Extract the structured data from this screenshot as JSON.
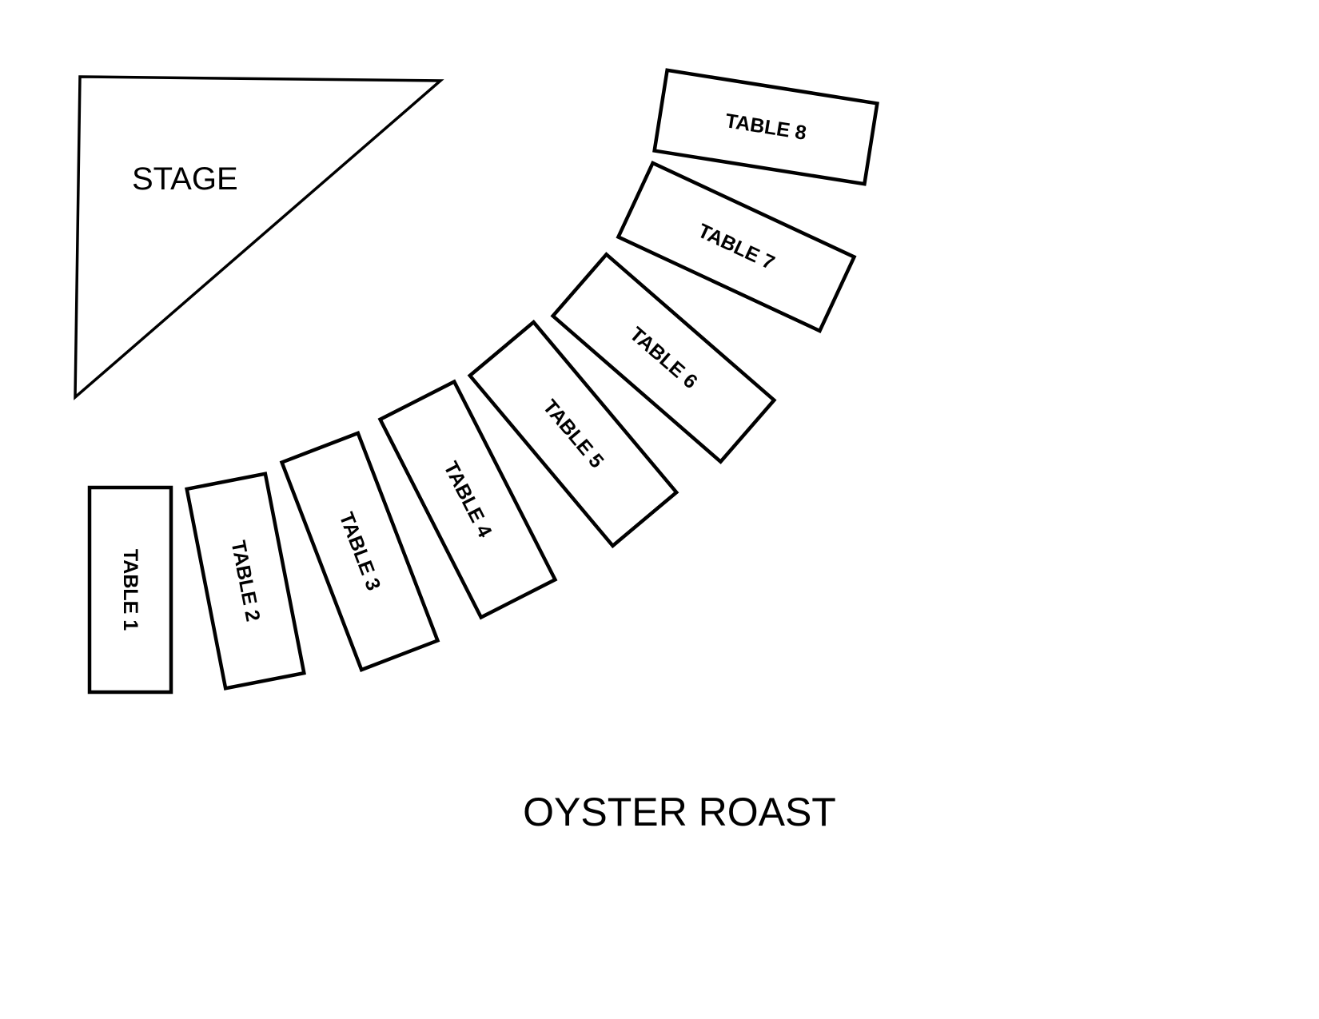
{
  "stage": {
    "label": "STAGE"
  },
  "tables": [
    {
      "label": "TABLE 1"
    },
    {
      "label": "TABLE 2"
    },
    {
      "label": "TABLE 3"
    },
    {
      "label": "TABLE 4"
    },
    {
      "label": "TABLE 5"
    },
    {
      "label": "TABLE 6"
    },
    {
      "label": "TABLE 7"
    },
    {
      "label": "TABLE 8"
    }
  ],
  "title": "OYSTER ROAST",
  "colors": {
    "outline": "#000000",
    "background": "#ffffff"
  }
}
